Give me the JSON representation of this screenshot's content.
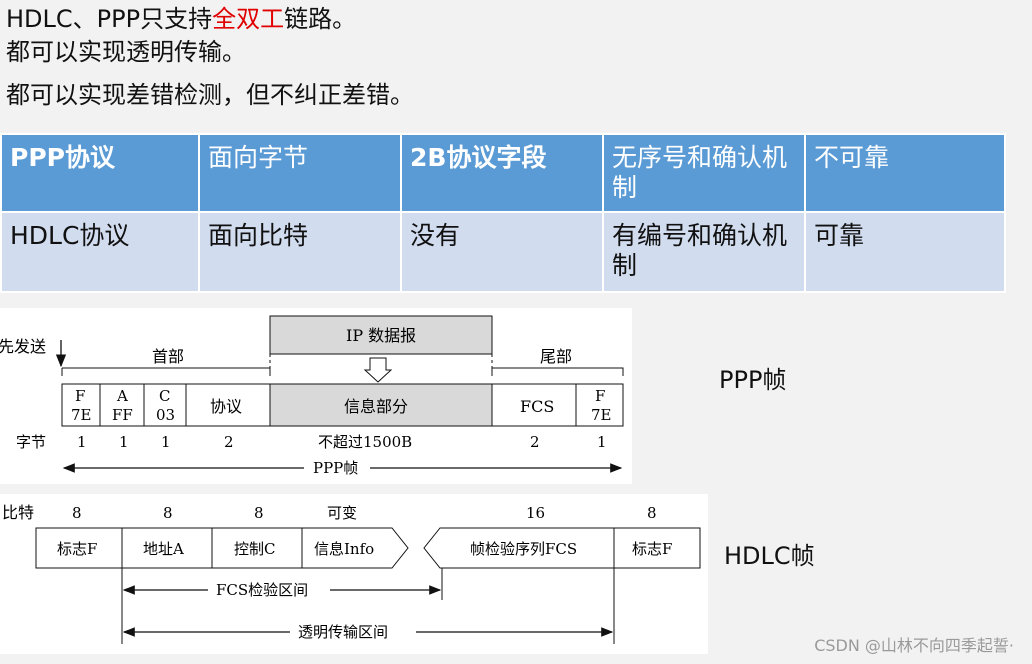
{
  "lines": {
    "l1_a": "HDLC、PPP只支持",
    "l1_b": "全双工",
    "l1_c": "链路。",
    "l2": "都可以实现透明传输。",
    "l3": "都可以实现差错检测，但不纠正差错。"
  },
  "table": {
    "rows": [
      [
        "PPP协议",
        "面向字节",
        "2B协议字段",
        "无序号和确认机制",
        "不可靠"
      ],
      [
        "HDLC协议",
        "面向比特",
        "没有",
        "有编号和确认机制",
        "可靠"
      ]
    ]
  },
  "ppp": {
    "first_send": "先发送",
    "header": "首部",
    "trailer": "尾部",
    "ip_datagram": "IP 数据报",
    "f1_top": "F",
    "f1_bot": "7E",
    "a_top": "A",
    "a_bot": "FF",
    "c_top": "C",
    "c_bot": "03",
    "protocol": "协议",
    "info": "信息部分",
    "fcs": "FCS",
    "f2_top": "F",
    "f2_bot": "7E",
    "bytes_label": "字节",
    "b1": "1",
    "b2": "1",
    "b3": "1",
    "b4": "2",
    "b5": "不超过1500B",
    "b6": "2",
    "b7": "1",
    "frame_label": "PPP帧"
  },
  "ppp_side": "PPP帧",
  "hdlc": {
    "bits_label": "比特",
    "n1": "8",
    "n2": "8",
    "n3": "8",
    "n4": "可变",
    "n5": "16",
    "n6": "8",
    "flag1": "标志F",
    "addr": "地址A",
    "ctrl": "控制C",
    "info": "信息Info",
    "fcs": "帧检验序列FCS",
    "flag2": "标志F",
    "fcs_range": "FCS检验区间",
    "transparent_range": "透明传输区间"
  },
  "hdlc_side": "HDLC帧",
  "watermark": "CSDN @山林不向四季起誓·"
}
